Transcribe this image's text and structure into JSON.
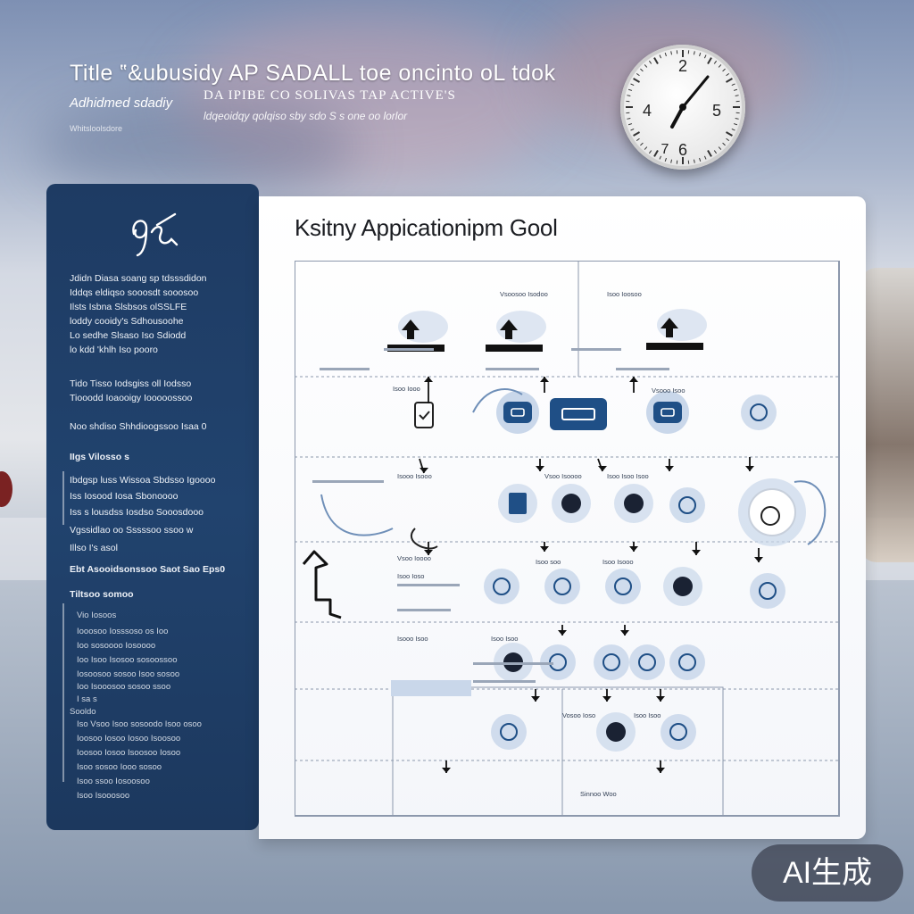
{
  "header": {
    "title": "Title ‟&ubusidy AP SADALL toe oncinto oL tdok",
    "subtitle_left": "Adhidmed sdadiy",
    "subtitle_right": "DA IPIBE CO SOLIVAS TAP ACTIVE'S",
    "subtitle_small": "ldqeoidqy qolqiso sby sdo S s one oo lorlor",
    "tiny": "Whitsloolsdore"
  },
  "clock": {
    "numerals": [
      "2",
      "4",
      "5",
      "6",
      "7"
    ]
  },
  "sidebar": {
    "logo_text": "95",
    "lines": [
      "Jdidn Diasa soang sp tdsssdidon",
      "Iddqs eldiqso sooosdt sooosoo",
      "Ilsts Isbna Slsbsos olSSLFE",
      "loddy cooidy's Sdhousoohe",
      "Lo sedhe Slsaso Iso Sdiodd",
      "lo kdd   'khlh Iso pooro",
      "Tido  Tisso Iodsgiss oll Iodsso",
      "Tiooodd Ioaooigy Iooooossoo",
      "Noo shdiso Shhdioogssoo Isaa 0",
      "IIgs Vilosso s",
      "Ibdgsp luss  Wissoa Sbdsso Igoooo",
      "Iss Iosood Iosa Sbonoooo",
      "Iss s lousdss Iosdso Sooosdooo",
      "Vgssidlao oo Sssssoo ssoo w",
      "Illso  I's asol",
      "Ebt Asooidsonssoo Saot Sao Eps0",
      "Tiltsoo somoo",
      "Vio Iosoos",
      "Iooosoo  Iosssoso   os  Ioo",
      "Ioo sosoooo   Iosoooo",
      "Ioo Isoo  Isosoo sosoossoo",
      "Iosoosoo sosoo Isoo sosoo",
      "Ioo Isooosoo sosoo ssoo",
      "I sa s",
      "Sooldo",
      "Iso Vsoo Isoo sosoodo Isoo osoo",
      "Ioosoo Iosoo Iosoo Isoosoo",
      "Ioosoo Iosoo Isoosoo Iosoo",
      "Isoo sosoo Iooo sosoo",
      "Isoo ssoo Iosoosoo",
      "Isoo   Isooosoo"
    ]
  },
  "panel": {
    "title": "Ksitny Appicationipm Gool",
    "row_labels": [
      "Vsoosoo Isodoo",
      "Isoo Ioosoo",
      "Isoo Iooo",
      "Vsooo Isoo",
      "Isooo Isooo",
      "Vsoo Isoooo",
      "Isoo Isoo Isoo",
      "Isoo soo",
      "Isoo Isooo",
      "Vsoo Ioooo",
      "Isoo Ioso",
      "Isooo Isoo",
      "Isoo Isoo",
      "Vosoo Ioso",
      "Isoo Isoo",
      "Sinnoo Woo"
    ]
  },
  "colors": {
    "sidebar_bg": "#1e3b63",
    "node_blue": "#1f4f86",
    "node_light": "#c9d7ea",
    "grid_line": "#8c98ac",
    "arrow": "#111111"
  },
  "badge": {
    "label": "AI生成"
  }
}
